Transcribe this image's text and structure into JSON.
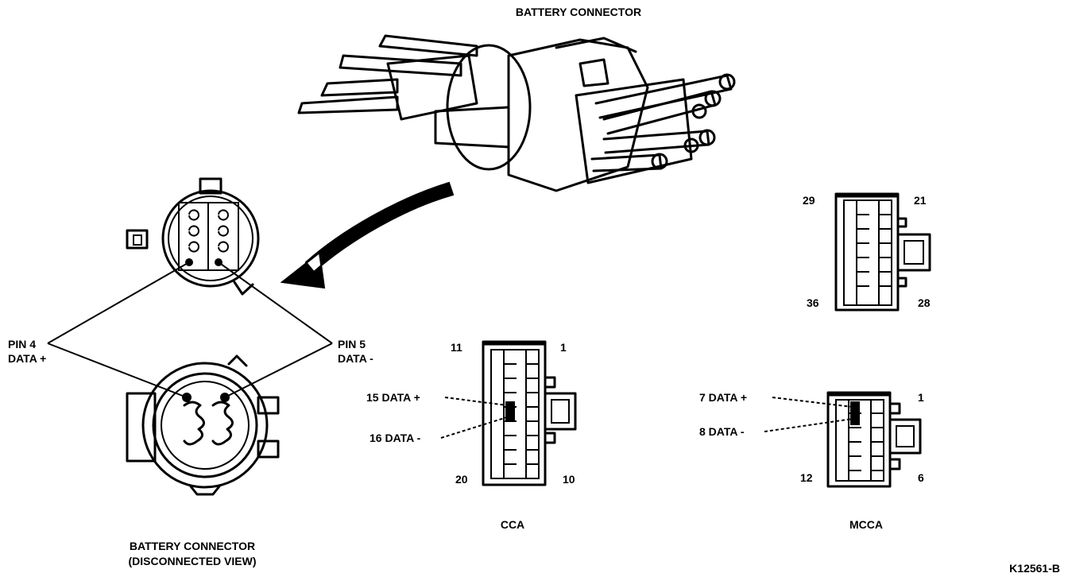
{
  "title": "BATTERY CONNECTOR",
  "battery_connector": {
    "pin4_label": "PIN 4",
    "pin4_data": "DATA +",
    "pin5_label": "PIN 5",
    "pin5_data": "DATA -",
    "caption_line1": "BATTERY CONNECTOR",
    "caption_line2": "(DISCONNECTED VIEW)"
  },
  "upper_connector": {
    "pin_tl": "29",
    "pin_tr": "21",
    "pin_bl": "36",
    "pin_br": "28"
  },
  "cca": {
    "name": "CCA",
    "pin_tl": "11",
    "pin_tr": "1",
    "pin_bl": "20",
    "pin_br": "10",
    "data_plus": "15 DATA +",
    "data_minus": "16 DATA -"
  },
  "mcca": {
    "name": "MCCA",
    "pin_tr": "1",
    "pin_bl": "12",
    "pin_br": "6",
    "data_plus": "7 DATA +",
    "data_minus": "8 DATA -"
  },
  "figure_id": "K12561-B"
}
